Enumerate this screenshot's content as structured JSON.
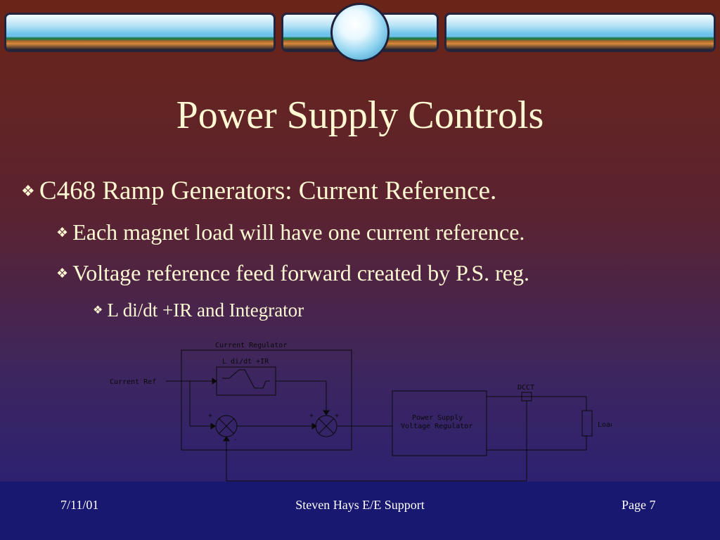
{
  "slide": {
    "title": "Power Supply Controls",
    "bullets": [
      "C468 Ramp Generators: Current Reference.",
      "Each magnet load will have one current reference.",
      "Voltage reference feed forward created by P.S. reg.",
      "L di/dt +IR and Integrator"
    ],
    "bullet_icon": "diamond-four-icon"
  },
  "diagram": {
    "current_regulator": "Current Regulator",
    "ldidt_ir": "L  di/dt  +IR",
    "current_ref": "Current Ref",
    "power_supply_line1": "Power Supply",
    "power_supply_line2": "Voltage Regulator",
    "dcct": "DCCT",
    "load": "Load",
    "plus": "+",
    "minus": "-"
  },
  "footer": {
    "date": "7/11/01",
    "author": "Steven Hays E/E Support",
    "page": "Page 7"
  },
  "colors": {
    "text": "#fff8d2",
    "footer_bg": "#181870"
  }
}
